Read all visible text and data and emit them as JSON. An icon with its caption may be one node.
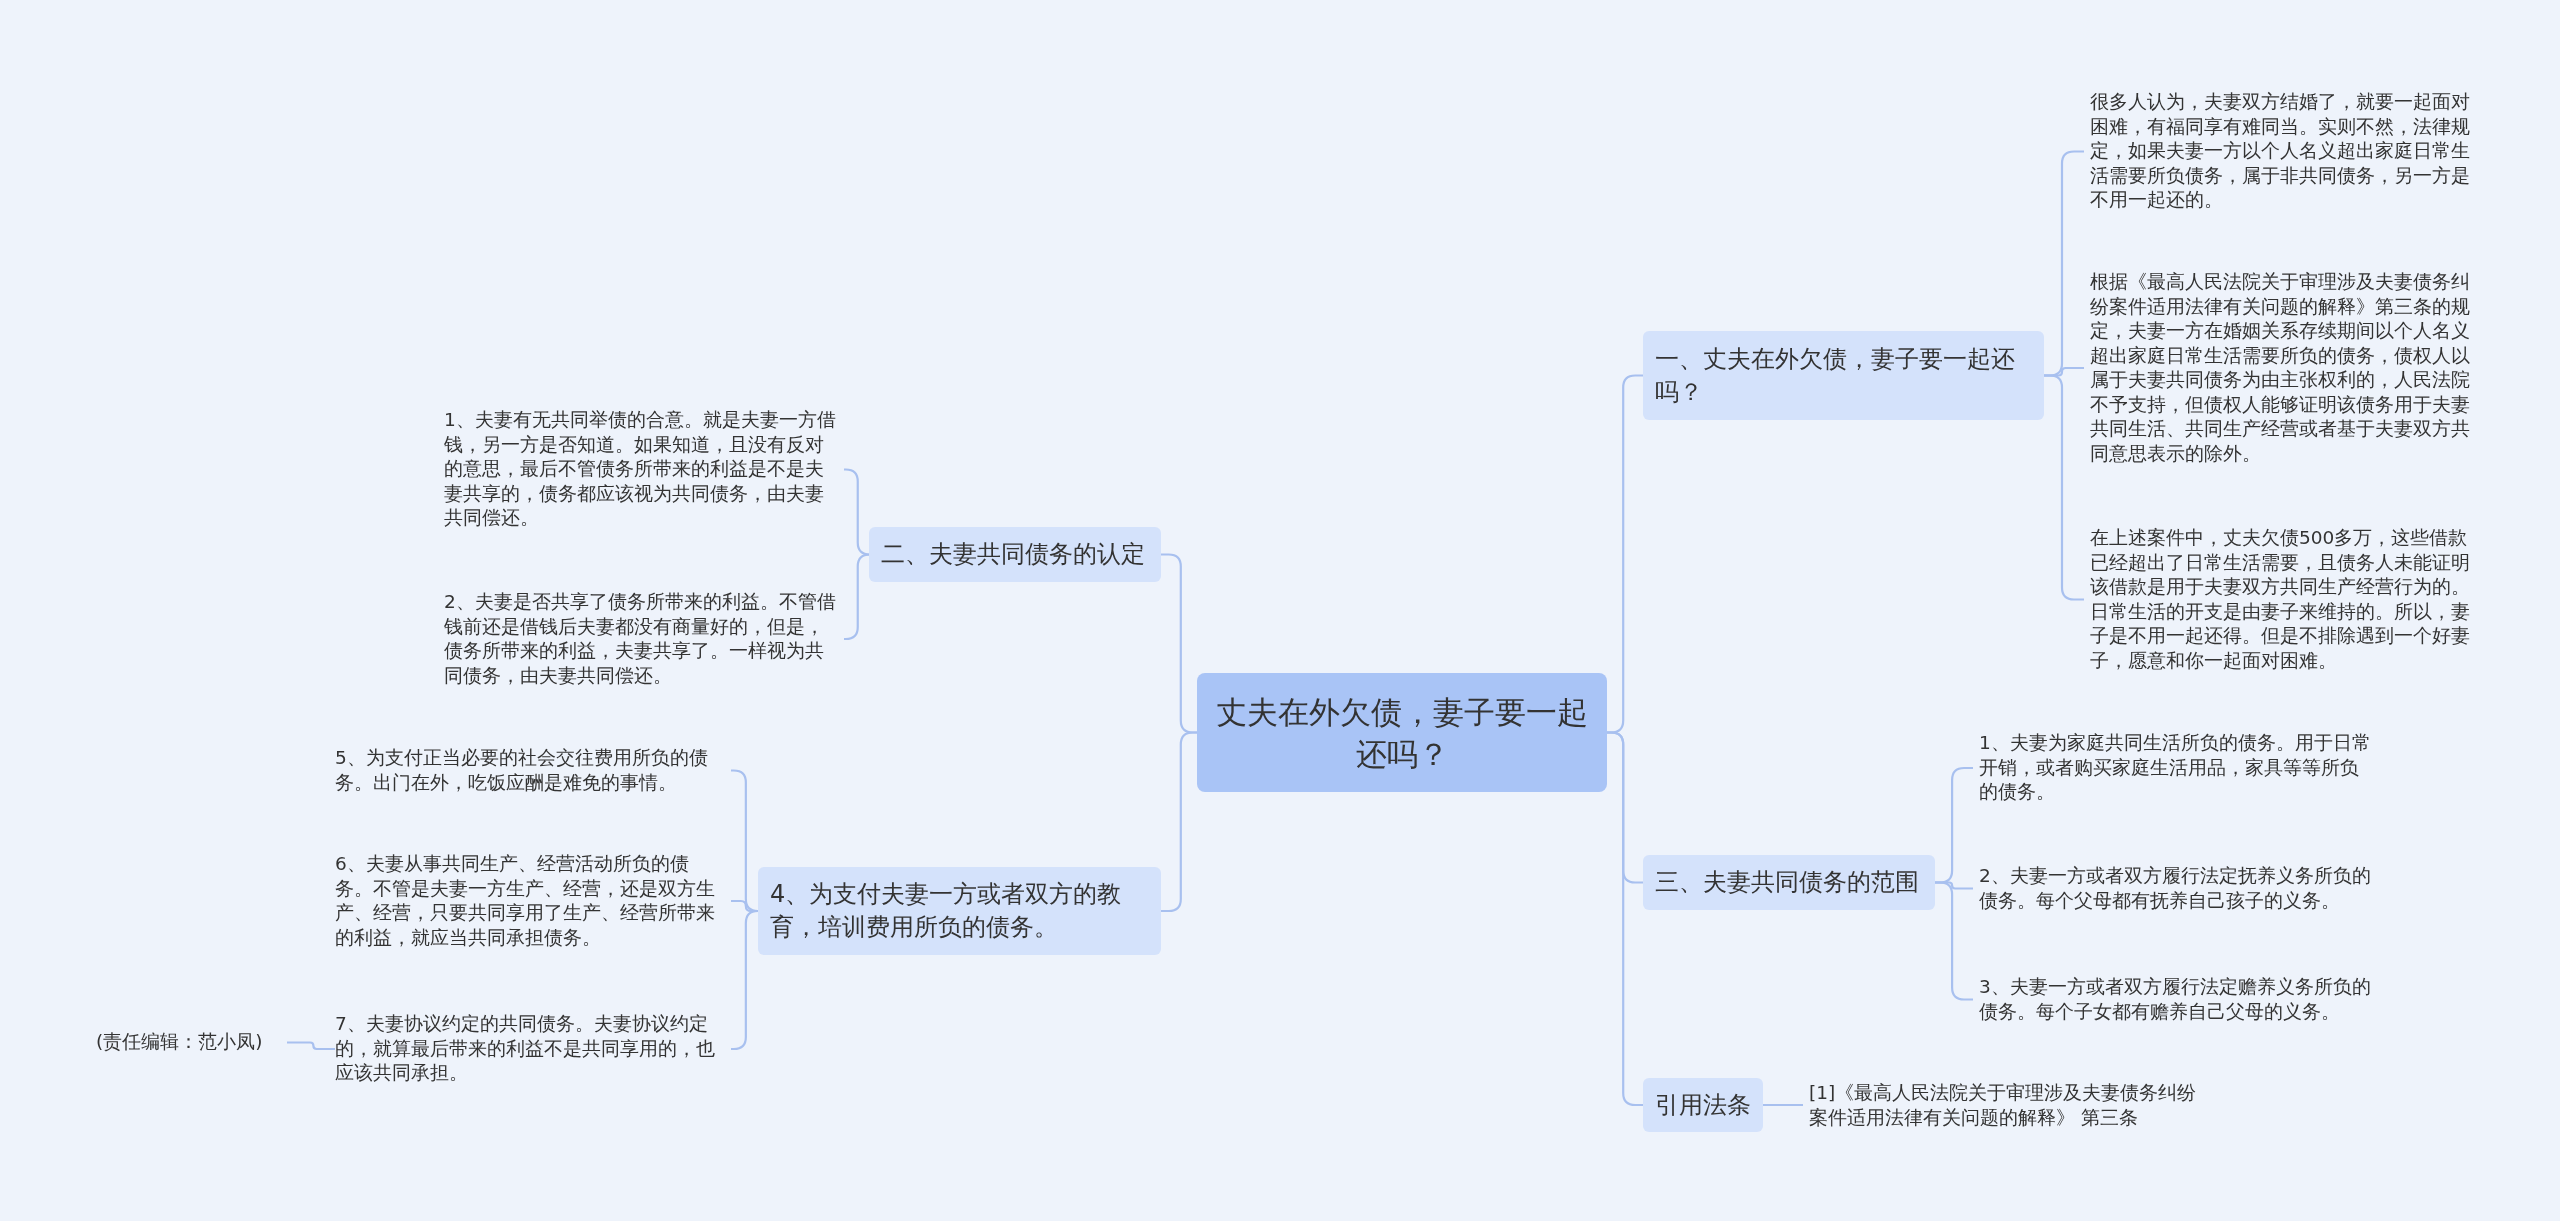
{
  "diagram": {
    "nodes": [
      {
        "text": [
          "丈夫在外欠债，妻子要一起还吗？"
        ]
      },
      {
        "text": [
          "一、丈夫在外欠债，妻子要一起还吗？"
        ]
      },
      {
        "text": [
          "很多人认为，夫妻双方结婚了，就要一起面对困难，有福同享有难同当。实则不然，法律规定，如果夫妻一方以个人名义超出家庭日常生活需要所负债务，属于非共同债务，另一方是不用一起还的。"
        ]
      },
      {
        "text": [
          "根据《最高人民法院关于审理涉及夫妻债务纠纷案件适用法律有关问题的解释》第三条的规定，夫妻一方在婚姻关系存续期间以个人名义超出家庭日常生活需要所负的债务，债权人以属于夫妻共同债务为由主张权利的，人民法院不予支持，但债权人能够证明该债务用于夫妻共同生活、共同生产经营或者基于夫妻双方共同意思表示的除外。"
        ]
      },
      {
        "text": [
          "在上述案件中，丈夫欠债500多万，这些借款已经超出了日常生活需要，且债务人未能证明该借款是用于夫妻双方共同生产经营行为的。日常生活的开支是由妻子来维持的。所以，妻子是不用一起还得。但是不排除遇到一个好妻子，愿意和你一起面对困难。"
        ]
      },
      {
        "text": [
          "三、夫妻共同债务的范围"
        ]
      },
      {
        "text": [
          "1、夫妻为家庭共同生活所负的债务。用于日常开销，或者购买家庭生活用品，家具等等所负的债务。"
        ]
      },
      {
        "text": [
          "2、夫妻一方或者双方履行法定抚养义务所负的债务。每个父母都有抚养自己孩子的义务。"
        ]
      },
      {
        "text": [
          "3、夫妻一方或者双方履行法定赡养义务所负的债务。每个子女都有赡养自己父母的义务。"
        ]
      },
      {
        "text": [
          "引用法条"
        ]
      },
      {
        "text": [
          "[1]《最高人民法院关于审理涉及夫妻债务纠纷案件适用法律有关问题的解释》 第三条"
        ]
      },
      {
        "text": [
          "二、夫妻共同债务的认定"
        ]
      },
      {
        "text": [
          "1、夫妻有无共同举债的合意。就是夫妻一方借钱，另一方是否知道。如果知道，且没有反对的意思，最后不管债务所带来的利益是不是夫妻共享的，债务都应该视为共同债务，由夫妻共同偿还。"
        ]
      },
      {
        "text": [
          "2、夫妻是否共享了债务所带来的利益。不管借钱前还是借钱后夫妻都没有商量好的，但是，债务所带来的利益，夫妻共享了。一样视为共同债务，由夫妻共同偿还。"
        ]
      },
      {
        "text": [
          "4、为支付夫妻一方或者双方的教育，培训费用所负的债务。"
        ]
      },
      {
        "text": [
          "5、为支付正当必要的社会交往费用所负的债务。出门在外，吃饭应酬是难免的事情。"
        ]
      },
      {
        "text": [
          "6、夫妻从事共同生产、经营活动所负的债务。不管是夫妻一方生产、经营，还是双方生产、经营，只要共同享用了生产、经营所带来的利益，就应当共同承担债务。"
        ]
      },
      {
        "text": [
          "7、夫妻协议约定的共同债务。夫妻协议约定的，就算最后带来的利益不是共同享用的，也应该共同承担。"
        ]
      },
      {
        "text": [
          "(责任编辑：范小凤)"
        ]
      }
    ],
    "edges": [
      {
        "from": 0,
        "to": 1,
        "arrow": "none"
      },
      {
        "from": 1,
        "to": 2,
        "arrow": "none"
      },
      {
        "from": 1,
        "to": 3,
        "arrow": "none"
      },
      {
        "from": 1,
        "to": 4,
        "arrow": "none"
      },
      {
        "from": 0,
        "to": 5,
        "arrow": "none"
      },
      {
        "from": 5,
        "to": 6,
        "arrow": "none"
      },
      {
        "from": 5,
        "to": 7,
        "arrow": "none"
      },
      {
        "from": 5,
        "to": 8,
        "arrow": "none"
      },
      {
        "from": 0,
        "to": 9,
        "arrow": "none"
      },
      {
        "from": 9,
        "to": 10,
        "arrow": "none"
      },
      {
        "from": 0,
        "to": 11,
        "arrow": "none"
      },
      {
        "from": 11,
        "to": 12,
        "arrow": "none"
      },
      {
        "from": 11,
        "to": 13,
        "arrow": "none"
      },
      {
        "from": 0,
        "to": 14,
        "arrow": "none"
      },
      {
        "from": 14,
        "to": 15,
        "arrow": "none"
      },
      {
        "from": 14,
        "to": 16,
        "arrow": "none"
      },
      {
        "from": 14,
        "to": 17,
        "arrow": "none"
      },
      {
        "from": 17,
        "to": 18,
        "arrow": "none"
      }
    ]
  }
}
